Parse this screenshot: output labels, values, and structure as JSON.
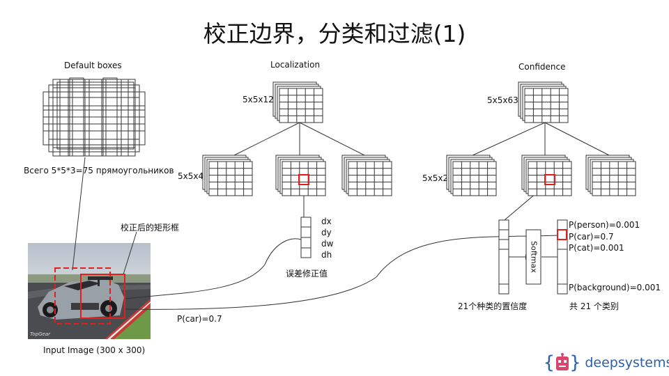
{
  "title": "校正边界，分类和过滤(1)",
  "default_boxes": {
    "title": "Default  boxes",
    "caption": "Всего 5*5*3=75 прямоугольников"
  },
  "localization": {
    "title": "Localization",
    "top_shape": "5x5x12",
    "child_shape": "5x5x4",
    "offsets": [
      "dx",
      "dy",
      "dw",
      "dh"
    ],
    "offsets_caption": "误差修正值"
  },
  "confidence": {
    "title": "Confidence",
    "top_shape": "5x5x63",
    "child_shape": "5x5x21",
    "vector_caption": "21个种类的置信度",
    "softmax_label": "Softmax",
    "probabilities": [
      "P(person)=0.001",
      "P(car)=0.7",
      "P(cat)=0.001",
      "P(background)=0.001"
    ],
    "classes_caption": "共 21 个类别"
  },
  "input_image": {
    "caption": "Input Image (300  x 300)",
    "corrected_box_label": "校正后的矩形框",
    "prediction_label": "P(car)=0.7",
    "watermark": "TopGear"
  },
  "brand": {
    "name": "deepsystems.io",
    "brace_open": "{",
    "brace_close": "}"
  },
  "colors": {
    "highlight": "#e0201c",
    "brand": "#2b5fb0",
    "robot": "#d9456d",
    "grid": "#333333"
  }
}
